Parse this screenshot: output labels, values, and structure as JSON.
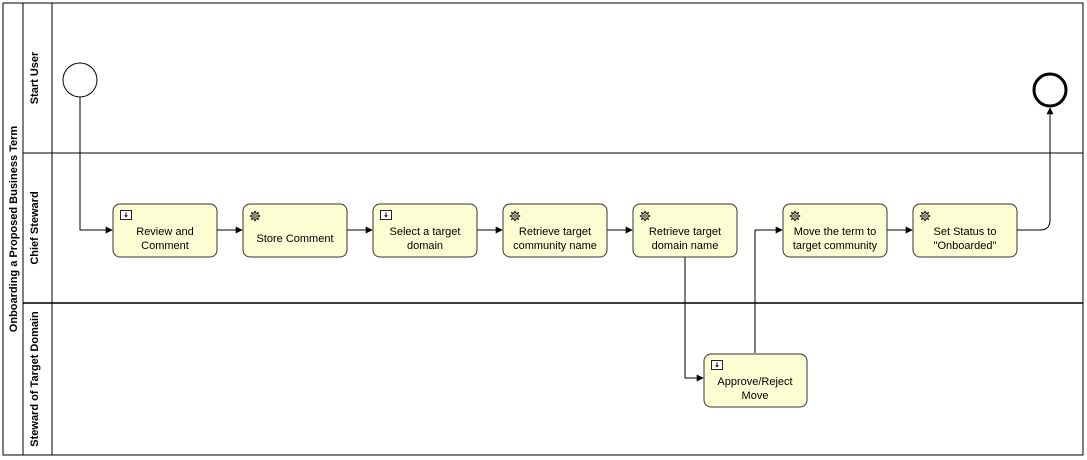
{
  "pool": {
    "label": "Onboarding a Proposed Business Term"
  },
  "lanes": {
    "start_user": "Start User",
    "chief_steward": "Chief Steward",
    "steward_target_domain": "Steward of Target Domain"
  },
  "tasks": {
    "review_comment": {
      "line1": "Review and",
      "line2": "Comment",
      "icon": "user-task-icon"
    },
    "store_comment": {
      "line1": "Store Comment",
      "icon": "service-task-gear-icon"
    },
    "select_domain": {
      "line1": "Select a target",
      "line2": "domain",
      "icon": "user-task-icon"
    },
    "retrieve_community": {
      "line1": "Retrieve target",
      "line2": "community name",
      "icon": "service-task-gear-icon"
    },
    "retrieve_domain": {
      "line1": "Retrieve target",
      "line2": "domain name",
      "icon": "service-task-gear-icon"
    },
    "approve_reject": {
      "line1": "Approve/Reject",
      "line2": "Move",
      "icon": "user-task-icon"
    },
    "move_term": {
      "line1": "Move the term to",
      "line2": "target community",
      "icon": "service-task-gear-icon"
    },
    "set_status": {
      "line1": "Set Status to",
      "line2": "\"Onboarded\"",
      "icon": "service-task-gear-icon"
    }
  },
  "colors": {
    "task_fill": "#fdfdd3",
    "stroke": "#000000"
  }
}
